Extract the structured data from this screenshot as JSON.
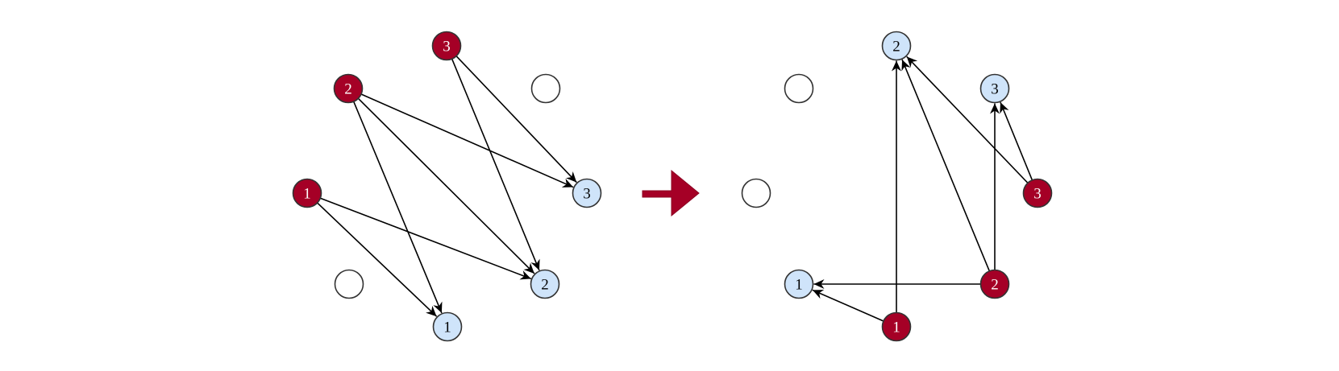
{
  "colors": {
    "source_fill": "#a50026",
    "source_stroke": "#8c0022",
    "source_text": "#ffffff",
    "target_fill": "#cfe4fa",
    "target_stroke": "#444444",
    "target_text": "#000000",
    "empty_fill": "#ffffff",
    "empty_stroke": "#111111",
    "arrow_fill": "#a50026",
    "edge": "#000000"
  },
  "transform_arrow_icon": "right-block-arrow",
  "left_graph": {
    "nodes": [
      {
        "id": "L-s1",
        "label": "1",
        "kind": "source"
      },
      {
        "id": "L-s2",
        "label": "2",
        "kind": "source"
      },
      {
        "id": "L-s3",
        "label": "3",
        "kind": "source"
      },
      {
        "id": "L-t1",
        "label": "1",
        "kind": "target"
      },
      {
        "id": "L-t2",
        "label": "2",
        "kind": "target"
      },
      {
        "id": "L-t3",
        "label": "3",
        "kind": "target"
      },
      {
        "id": "L-e1",
        "label": "",
        "kind": "empty"
      },
      {
        "id": "L-e2",
        "label": "",
        "kind": "empty"
      }
    ],
    "edges": [
      {
        "from": "L-s1",
        "to": "L-t1"
      },
      {
        "from": "L-s1",
        "to": "L-t2"
      },
      {
        "from": "L-s2",
        "to": "L-t1"
      },
      {
        "from": "L-s2",
        "to": "L-t2"
      },
      {
        "from": "L-s2",
        "to": "L-t3"
      },
      {
        "from": "L-s3",
        "to": "L-t2"
      },
      {
        "from": "L-s3",
        "to": "L-t3"
      }
    ]
  },
  "right_graph": {
    "nodes": [
      {
        "id": "R-s1",
        "label": "1",
        "kind": "source"
      },
      {
        "id": "R-s2",
        "label": "2",
        "kind": "source"
      },
      {
        "id": "R-s3",
        "label": "3",
        "kind": "source"
      },
      {
        "id": "R-t1",
        "label": "1",
        "kind": "target"
      },
      {
        "id": "R-t2",
        "label": "2",
        "kind": "target"
      },
      {
        "id": "R-t3",
        "label": "3",
        "kind": "target"
      },
      {
        "id": "R-e1",
        "label": "",
        "kind": "empty"
      },
      {
        "id": "R-e2",
        "label": "",
        "kind": "empty"
      }
    ],
    "edges": [
      {
        "from": "R-s1",
        "to": "R-t1"
      },
      {
        "from": "R-s1",
        "to": "R-t2"
      },
      {
        "from": "R-s2",
        "to": "R-t1"
      },
      {
        "from": "R-s2",
        "to": "R-t2"
      },
      {
        "from": "R-s2",
        "to": "R-t3"
      },
      {
        "from": "R-s3",
        "to": "R-t2"
      },
      {
        "from": "R-s3",
        "to": "R-t3"
      }
    ]
  }
}
